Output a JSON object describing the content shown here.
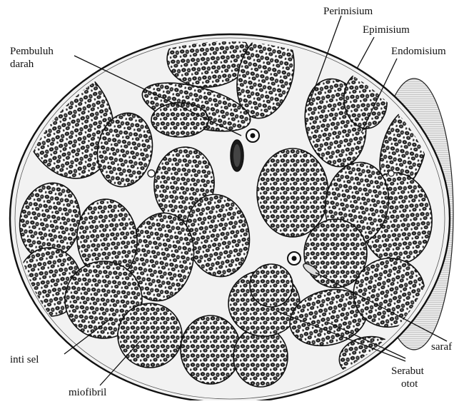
{
  "labels": {
    "perimisium": "Perimisium",
    "epimisium": "Epimisium",
    "endomisium": "Endomisium",
    "pembuluh_line1": "Pembuluh",
    "pembuluh_line2": "darah",
    "saraf": "saraf",
    "serabut_line1": "Serabut",
    "serabut_line2": "otot",
    "inti_sel": "inti sel",
    "miofibril": "miofibril"
  },
  "colors": {
    "ink": "#111111",
    "tissue": "#2a2a2a",
    "connective": "#f6f6f6",
    "background": "#ffffff"
  }
}
